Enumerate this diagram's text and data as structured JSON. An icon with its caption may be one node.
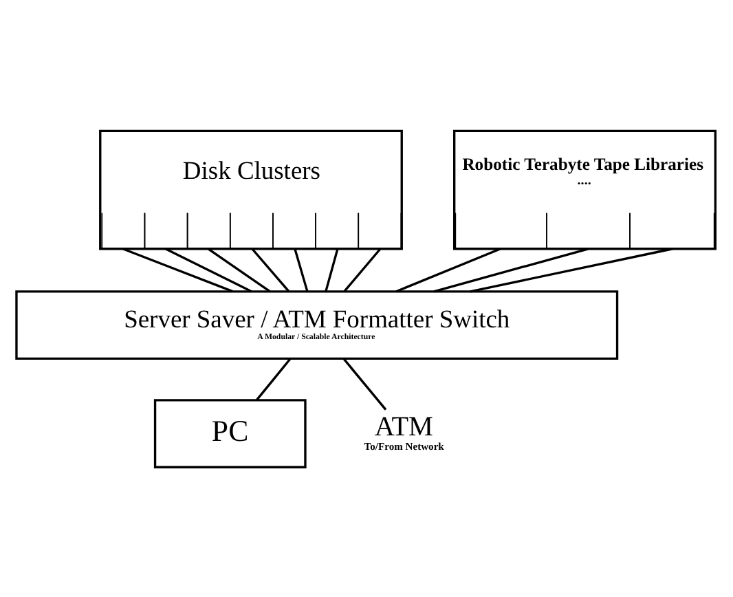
{
  "diagram": {
    "nodes": [
      {
        "text": [
          "Disk Clusters"
        ]
      },
      {
        "text": [
          "Robotic Terabyte Tape Libraries",
          "...."
        ]
      },
      {
        "text": [
          "Server Saver / ATM Formatter Switch",
          "A Modular / Scalable Architecture"
        ]
      },
      {
        "text": [
          "PC"
        ]
      },
      {
        "text": [
          "ATM",
          "To/From Network"
        ]
      }
    ],
    "edges": [
      {
        "from": 0,
        "to": 2,
        "arrow": "none"
      },
      {
        "from": 0,
        "to": 2,
        "arrow": "none"
      },
      {
        "from": 0,
        "to": 2,
        "arrow": "none"
      },
      {
        "from": 0,
        "to": 2,
        "arrow": "none"
      },
      {
        "from": 0,
        "to": 2,
        "arrow": "none"
      },
      {
        "from": 0,
        "to": 2,
        "arrow": "none"
      },
      {
        "from": 0,
        "to": 2,
        "arrow": "none"
      },
      {
        "from": 1,
        "to": 2,
        "arrow": "none"
      },
      {
        "from": 1,
        "to": 2,
        "arrow": "none"
      },
      {
        "from": 1,
        "to": 2,
        "arrow": "none"
      },
      {
        "from": 2,
        "to": 3,
        "arrow": "none"
      },
      {
        "from": 2,
        "to": 4,
        "arrow": "none"
      }
    ]
  }
}
